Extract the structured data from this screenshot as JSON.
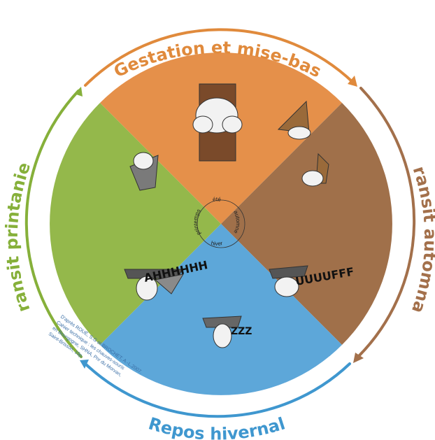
{
  "title": "",
  "phases": [
    {
      "id": "gestation",
      "label": "Gestation et mise-bas",
      "color": "#E5904A",
      "arrow_color": "#E08A3C"
    },
    {
      "id": "transit-automnal",
      "label": "Transit automnal",
      "color": "#A0704A",
      "arrow_color": "#A3704B"
    },
    {
      "id": "repos-hivernal",
      "label": "Repos hivernal",
      "color": "#5DA7D9",
      "arrow_color": "#3F97CF"
    },
    {
      "id": "transit-printanier",
      "label": "Transit printanier",
      "color": "#94B84B",
      "arrow_color": "#86B03A"
    }
  ],
  "seasons": {
    "summer": "été",
    "autumn": "automne",
    "winter": "hiver",
    "spring": "printemps"
  },
  "snores": {
    "spring": "AHHHHHH",
    "autumn": "UUUUFFF",
    "winter": "ZZZ"
  },
  "credit_lines": [
    "D'après ROUÉ, S.G et BROCHET, A.-L.2007.",
    "Cahier technique : les chauves-souris",
    "en Bourgogne, SHNA, Pnr du Morvan,",
    "Saint-Brisson, 19p."
  ]
}
